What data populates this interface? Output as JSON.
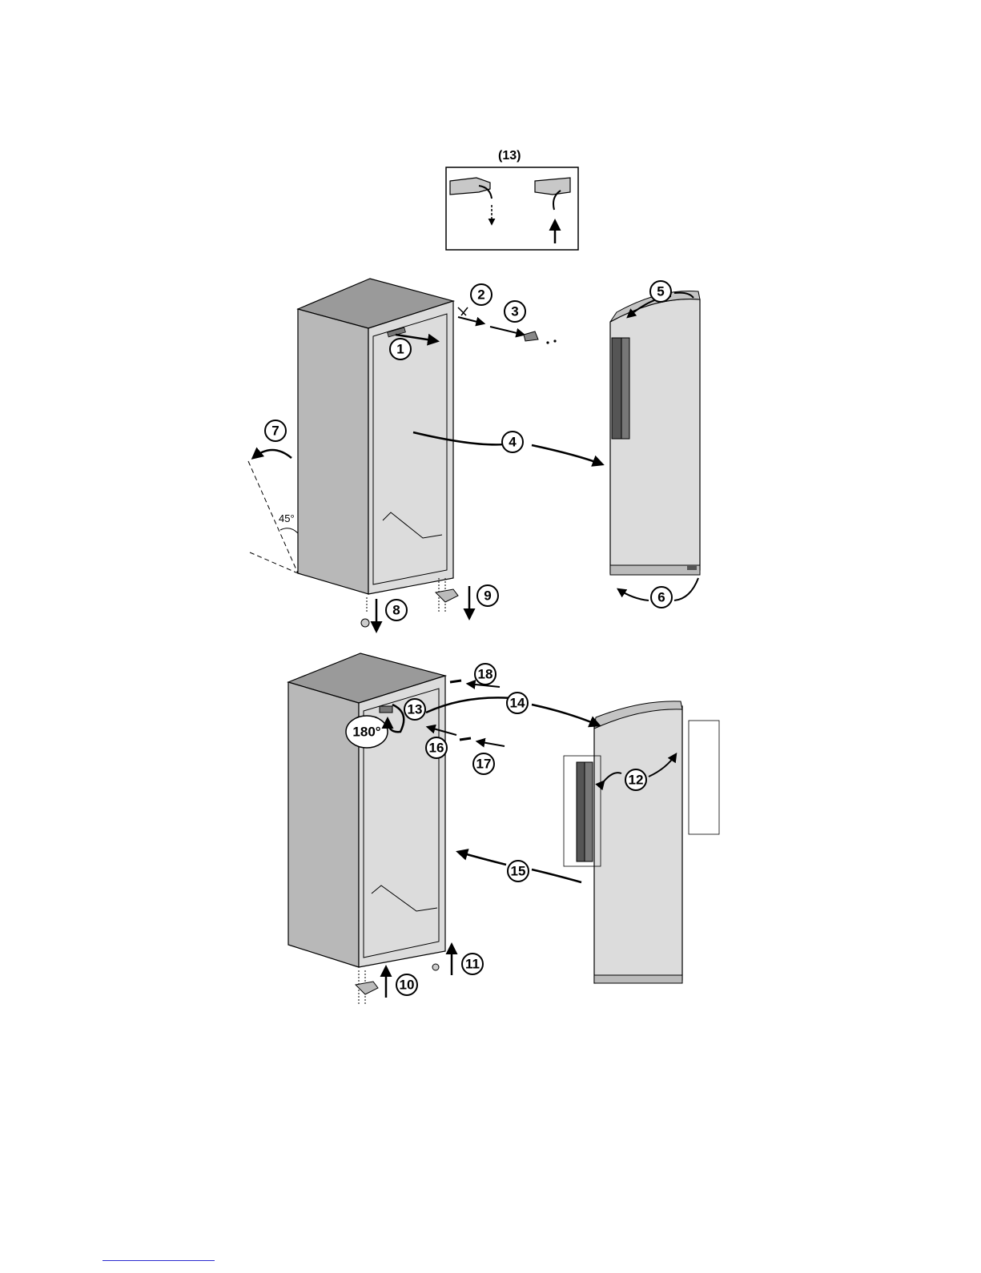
{
  "inset": {
    "caption": "(13)"
  },
  "angle_label": "45°",
  "rotate_label": "180°",
  "steps": [
    "1",
    "2",
    "3",
    "4",
    "5",
    "6",
    "7",
    "8",
    "9",
    "10",
    "11",
    "12",
    "13",
    "14",
    "15",
    "16",
    "17",
    "18"
  ],
  "colors": {
    "line": "#000000",
    "panel": "#dcdcdc",
    "side": "#b8b8b8",
    "top": "#9a9a9a",
    "handle": "#555555",
    "footer_rule": "#2a2ad0"
  }
}
